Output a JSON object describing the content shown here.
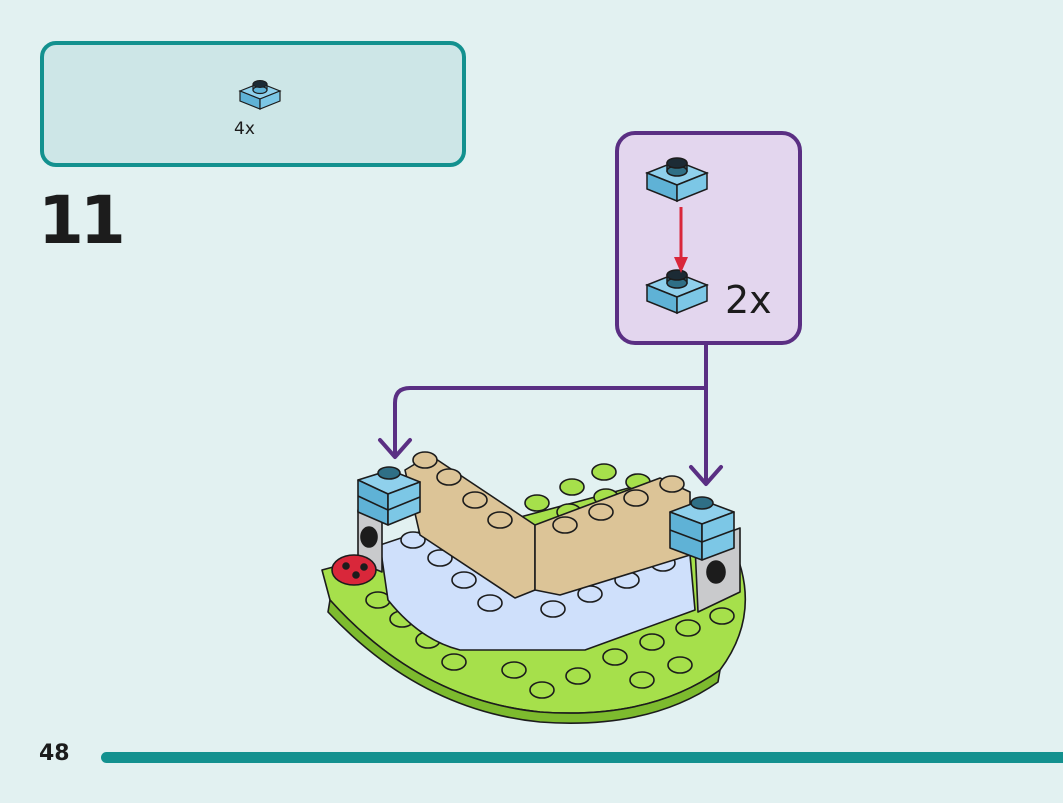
{
  "parts_list": {
    "quantity": "4x",
    "part_icon": "light-blue-1x1-round-plate-icon"
  },
  "step": {
    "number": "11"
  },
  "callout": {
    "quantity": "2x",
    "arrow_color": "#d9273a"
  },
  "footer": {
    "page_number": "48"
  },
  "colors": {
    "teal": "#13918f",
    "purple": "#5a2f83",
    "light_blue": "#7cc7e6",
    "lime": "#a6e04b",
    "tan": "#dcc497",
    "pale_blue": "#cfe0fb",
    "red": "#d9273a"
  }
}
